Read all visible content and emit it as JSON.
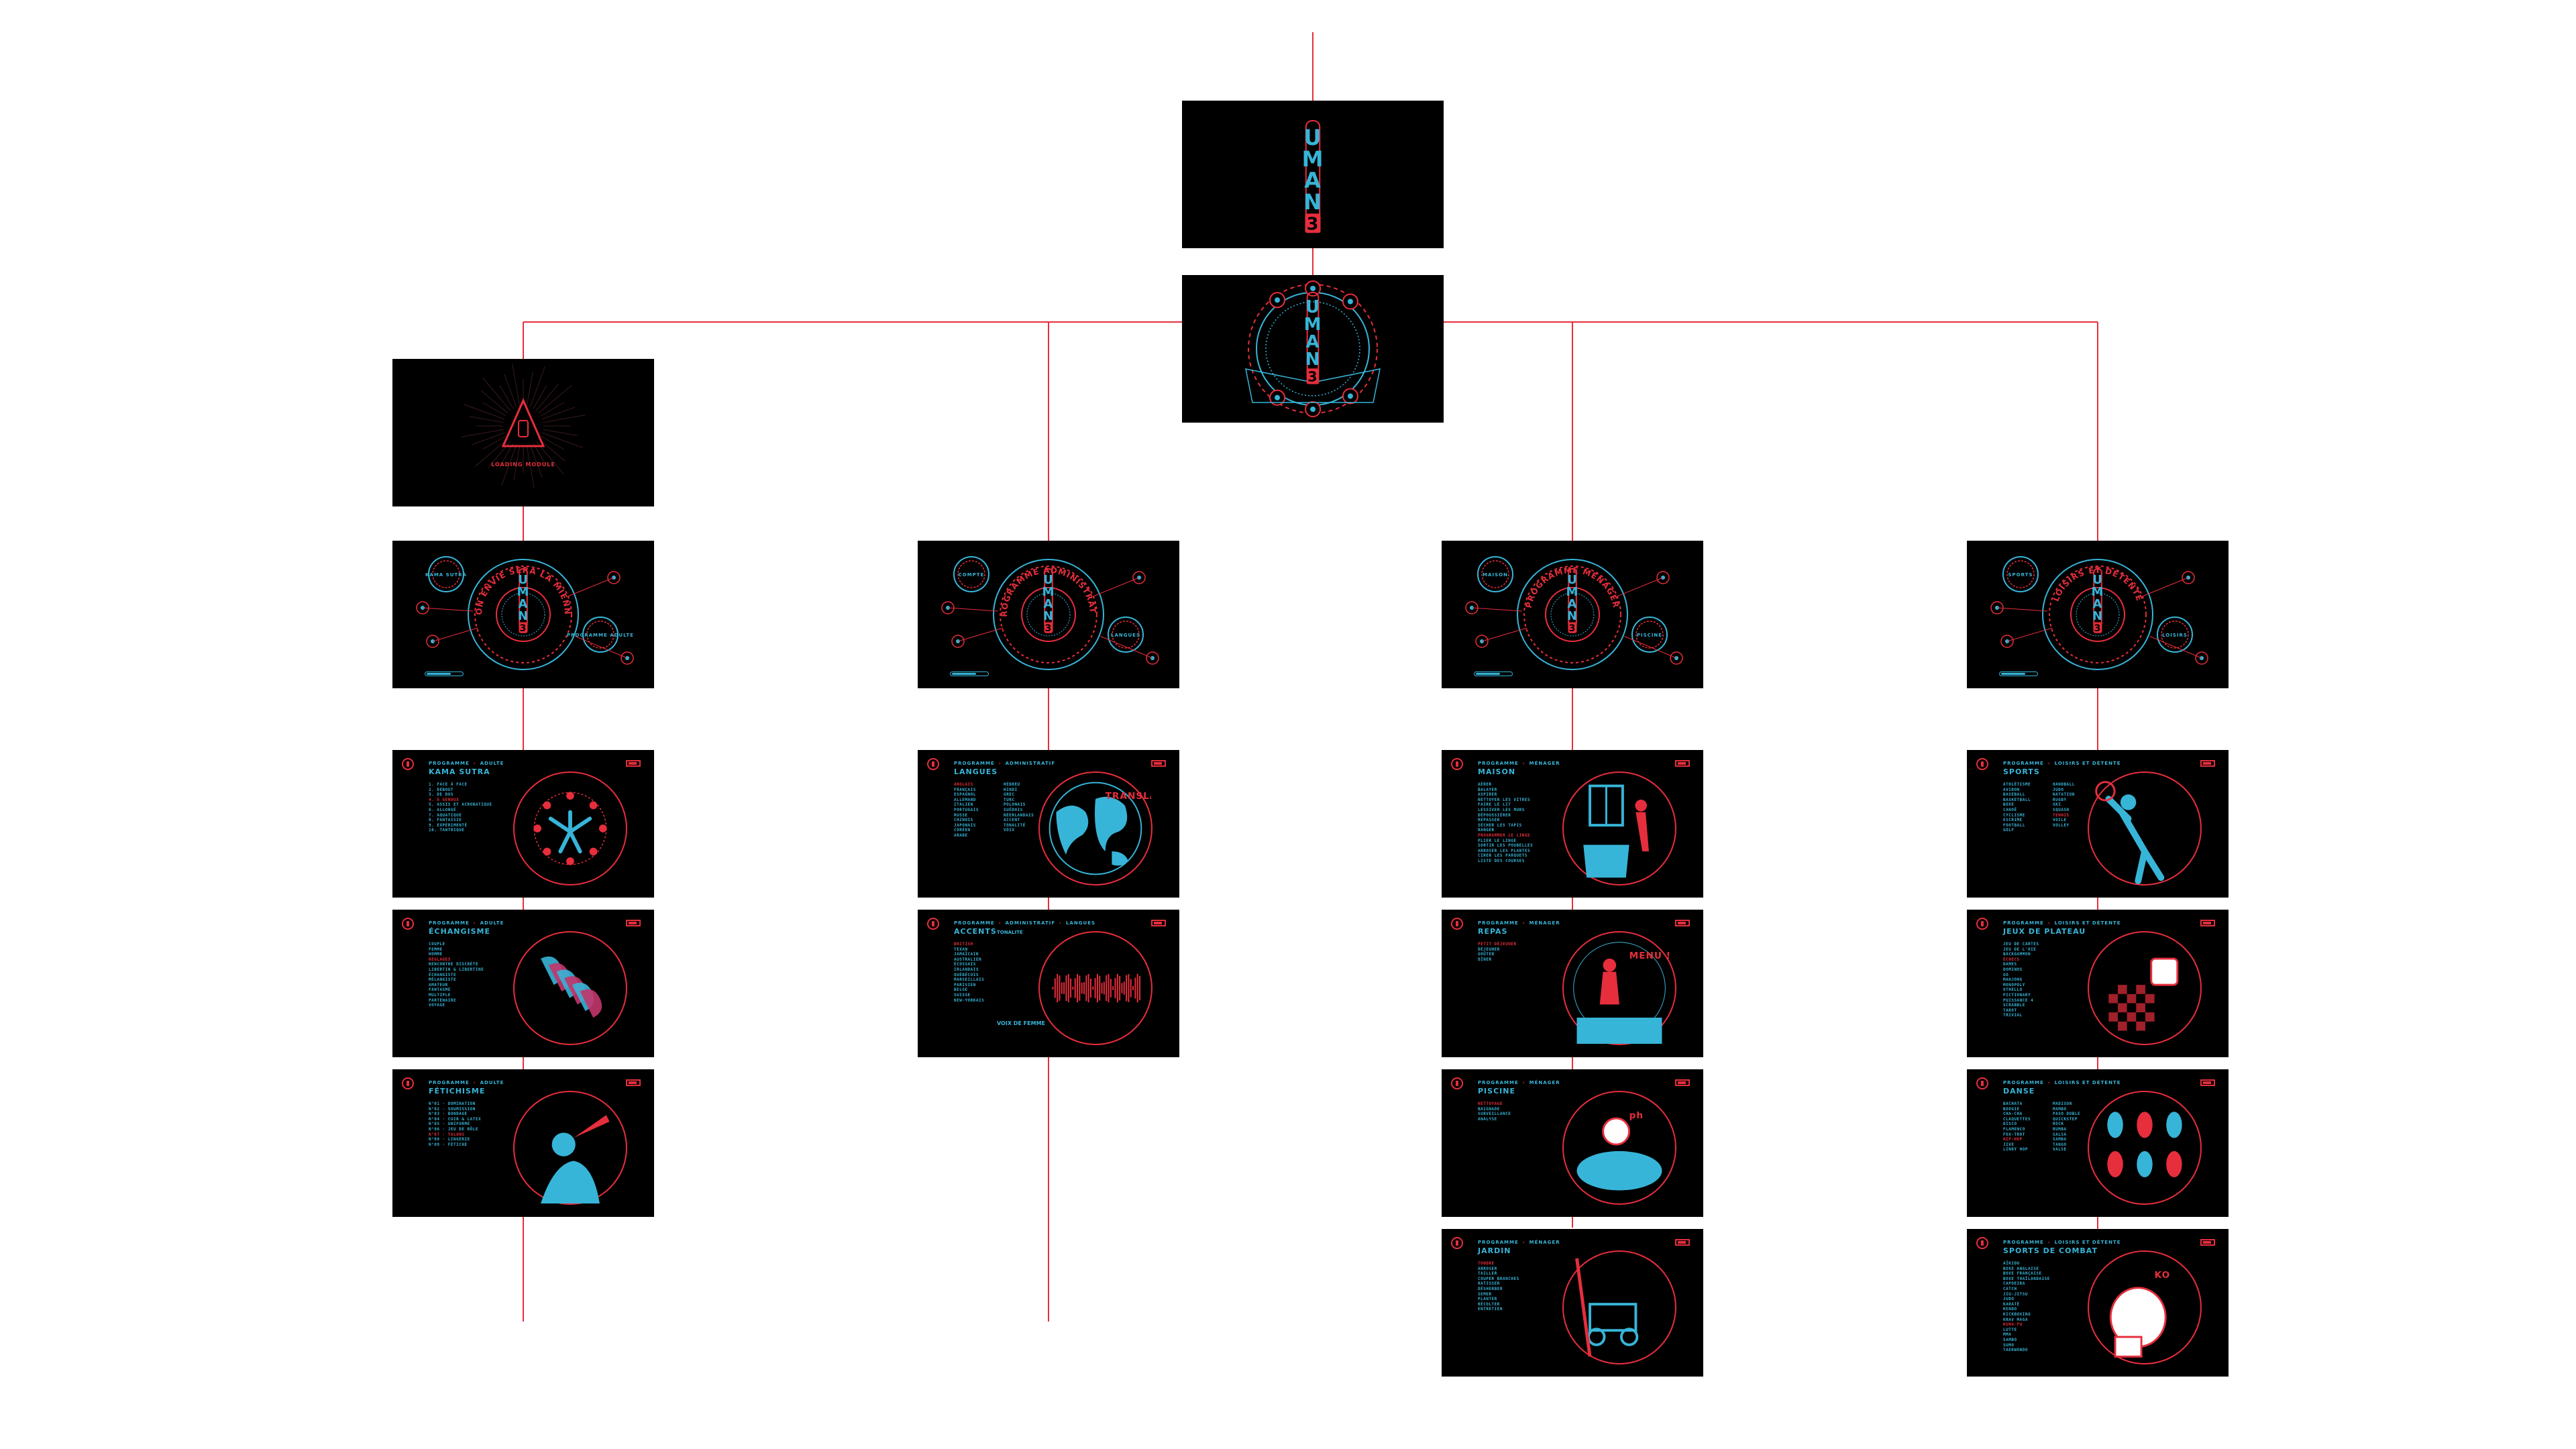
{
  "colors": {
    "background": "#ffffff",
    "screen": "#000000",
    "accent_red": "#e62e3c",
    "accent_blue": "#37b5d8"
  },
  "brand": {
    "letters": [
      "U",
      "M",
      "A",
      "N"
    ],
    "version": "3"
  },
  "boot_screen": {
    "caption": "LOADING MODULE"
  },
  "branches": [
    {
      "id": "adult",
      "menu": {
        "ring_text": "TON ENVIE SERA LA MIENNE",
        "module_labels": [
          "KAMA SUTRA",
          "PROGRAMME ADULTE"
        ]
      },
      "screens": [
        {
          "breadcrumb": [
            "PROGRAMME",
            "ADULTE"
          ],
          "title": "KAMA SUTRA",
          "items": [
            "1. FACE À FACE",
            "2. DEBOUT",
            "3. DE DOS",
            "4. À GENOUX",
            "5. ASSIS ET ACROBATIQUE",
            "6. ALLONGÉ",
            "7. AQUATIQUE",
            "8. FANTAISIE",
            "9. EXPÉRIMENTÉ",
            "10. TANTRIQUE"
          ],
          "highlight": 3
        },
        {
          "breadcrumb": [
            "PROGRAMME",
            "ADULTE"
          ],
          "title": "ÉCHANGISME",
          "items": [
            "COUPLE",
            "",
            "FEMME",
            "",
            "HOMME",
            "",
            "RÉGLAGES",
            "",
            "RENCONTRE DISCRÈTE",
            "LIBERTIN & LIBERTINE",
            "ÉCHANGISTE",
            "MÉLANGISTE",
            "AMATEUR",
            "FANTASME",
            "MULTIPLE",
            "PARTENAIRE",
            "VOYAGE"
          ],
          "highlight": 6
        },
        {
          "breadcrumb": [
            "PROGRAMME",
            "ADULTE"
          ],
          "title": "FÉTICHISME",
          "items": [
            "N°01 · DOMINATION",
            "N°02 · SOUMISSION",
            "N°03 · BONDAGE",
            "N°04 · CUIR & LATEX",
            "N°05 · UNIFORME",
            "N°06 · JEU DE RÔLE",
            "N°07 · TALONS",
            "N°08 · LINGERIE",
            "N°09 · FÉTICHE"
          ],
          "highlight": 6
        }
      ]
    },
    {
      "id": "admin",
      "menu": {
        "ring_text": "PROGRAMME ADMINISTRATIF",
        "module_labels": [
          "COMPTE",
          "LANGUES"
        ]
      },
      "screens": [
        {
          "breadcrumb": [
            "PROGRAMME",
            "ADMINISTRATIF"
          ],
          "title": "LANGUES",
          "badge": "TRANSLATE",
          "items": [
            "ANGLAIS",
            "FRANÇAIS",
            "ESPAGNOL",
            "ALLEMAND",
            "ITALIEN",
            "PORTUGAIS",
            "RUSSE",
            "CHINOIS",
            "JAPONAIS",
            "CORÉEN",
            "ARABE",
            "HÉBREU",
            "HINDI",
            "GREC",
            "TURC",
            "POLONAIS",
            "SUÉDOIS",
            "NÉERLANDAIS",
            "ACCENT",
            "TONALITÉ",
            "VOIX"
          ],
          "highlight": 0
        },
        {
          "breadcrumb": [
            "PROGRAMME",
            "ADMINISTRATIF",
            "LANGUES"
          ],
          "title": "ACCENTS",
          "items": [
            "BRITISH",
            "TEXAN",
            "JAMAÏCAIN",
            "AUSTRALIEN",
            "ÉCOSSAIS",
            "IRLANDAIS",
            "QUÉBÉCOIS",
            "MARSEILLAIS",
            "PARISIEN",
            "BELGE",
            "SUISSE",
            "NEW-YORKAIS"
          ],
          "tab": "TONALITÉ",
          "voice_label": "VOIX DE FEMME",
          "highlight": 0
        }
      ]
    },
    {
      "id": "home",
      "menu": {
        "ring_text": "PROGRAMME MÉNAGER",
        "module_labels": [
          "MAISON",
          "PISCINE"
        ]
      },
      "screens": [
        {
          "breadcrumb": [
            "PROGRAMME",
            "MÉNAGER"
          ],
          "title": "MAISON",
          "items": [
            "AÉRER",
            "BALAYER",
            "ASPIRER",
            "NETTOYER LES VITRES",
            "FAIRE LE LIT",
            "LESSIVER LES MURS",
            "DÉPOUSSIÉRER",
            "REPASSER",
            "SÉCHER LES TAPIS",
            "RANGER",
            "PROGRAMMER LE LINGE",
            "PLIER LE LINGE",
            "SORTIR LES POUBELLES",
            "ARROSER LES PLANTES",
            "CIRER LES PARQUETS",
            "LISTE DES COURSES"
          ],
          "highlight": 10
        },
        {
          "breadcrumb": [
            "PROGRAMME",
            "MÉNAGER"
          ],
          "title": "REPAS",
          "badge": "MENU !",
          "items": [
            "PETIT DÉJEUNER",
            "",
            "DÉJEUNER",
            "",
            "GOÛTER",
            "",
            "DÎNER"
          ],
          "highlight": 0
        },
        {
          "breadcrumb": [
            "PROGRAMME",
            "MÉNAGER"
          ],
          "title": "PISCINE",
          "badge": "ph",
          "items": [
            "NETTOYAGE",
            "",
            "BAIGNADE",
            "",
            "SURVEILLANCE",
            "",
            "ANALYSE"
          ],
          "highlight": 0
        },
        {
          "breadcrumb": [
            "PROGRAMME",
            "MÉNAGER"
          ],
          "title": "JARDIN",
          "items": [
            "TONDRE",
            "ARROSER",
            "TAILLER",
            "COUPER BRANCHES",
            "RATISSER",
            "DÉSHERBER",
            "SEMER",
            "PLANTER",
            "RÉCOLTER",
            "ENTRETIEN"
          ],
          "highlight": 0
        }
      ]
    },
    {
      "id": "leisure",
      "menu": {
        "ring_text": "LOISIRS ET DÉTENTE",
        "module_labels": [
          "SPORTS",
          "LOISIRS"
        ]
      },
      "screens": [
        {
          "breadcrumb": [
            "PROGRAMME",
            "LOISIRS ET DÉTENTE"
          ],
          "title": "SPORTS",
          "items": [
            "ATHLÉTISME",
            "AVIRON",
            "BASEBALL",
            "BASKETBALL",
            "BOXE",
            "CANOË",
            "CYCLISME",
            "ESCRIME",
            "FOOTBALL",
            "GOLF",
            "HANDBALL",
            "JUDO",
            "NATATION",
            "RUGBY",
            "SKI",
            "SQUASH",
            "TENNIS",
            "VOILE",
            "VOLLEY"
          ],
          "highlight": 16
        },
        {
          "breadcrumb": [
            "PROGRAMME",
            "LOISIRS ET DÉTENTE"
          ],
          "title": "JEUX DE PLATEAU",
          "items": [
            "JEU DE CARTES",
            "JEU DE L'OIE",
            "BACKGAMMON",
            "ÉCHECS",
            "DAMES",
            "DOMINOS",
            "GO",
            "MAHJONG",
            "MONOPOLY",
            "OTHELLO",
            "PICTIONARY",
            "PUISSANCE 4",
            "SCRABBLE",
            "TAROT",
            "TRIVIAL"
          ],
          "highlight": 3
        },
        {
          "breadcrumb": [
            "PROGRAMME",
            "LOISIRS ET DÉTENTE"
          ],
          "title": "DANSE",
          "items": [
            "BACHATA",
            "BOOGIE",
            "CHA-CHA",
            "CLAQUETTES",
            "DISCO",
            "FLAMENCO",
            "FOX-TROT",
            "HIP-HOP",
            "JIVE",
            "LINDY HOP",
            "MADISON",
            "MAMBO",
            "PASO DOBLE",
            "QUICKSTEP",
            "ROCK",
            "RUMBA",
            "SALSA",
            "SAMBA",
            "TANGO",
            "VALSE"
          ],
          "highlight": 7
        },
        {
          "breadcrumb": [
            "PROGRAMME",
            "LOISIRS ET DÉTENTE"
          ],
          "title": "SPORTS DE COMBAT",
          "badge": "KO",
          "items": [
            "AÏKIDO",
            "BOXE ANGLAISE",
            "BOXE FRANÇAISE",
            "BOXE THAÏLANDAISE",
            "CAPOEIRA",
            "CATCH",
            "JIU-JITSU",
            "JUDO",
            "KARATÉ",
            "KENDO",
            "KICKBOXING",
            "KRAV MAGA",
            "KUNG-FU",
            "LUTTE",
            "MMA",
            "SAMBO",
            "SUMO",
            "TAEKWONDO"
          ],
          "highlight": 12
        }
      ]
    }
  ]
}
